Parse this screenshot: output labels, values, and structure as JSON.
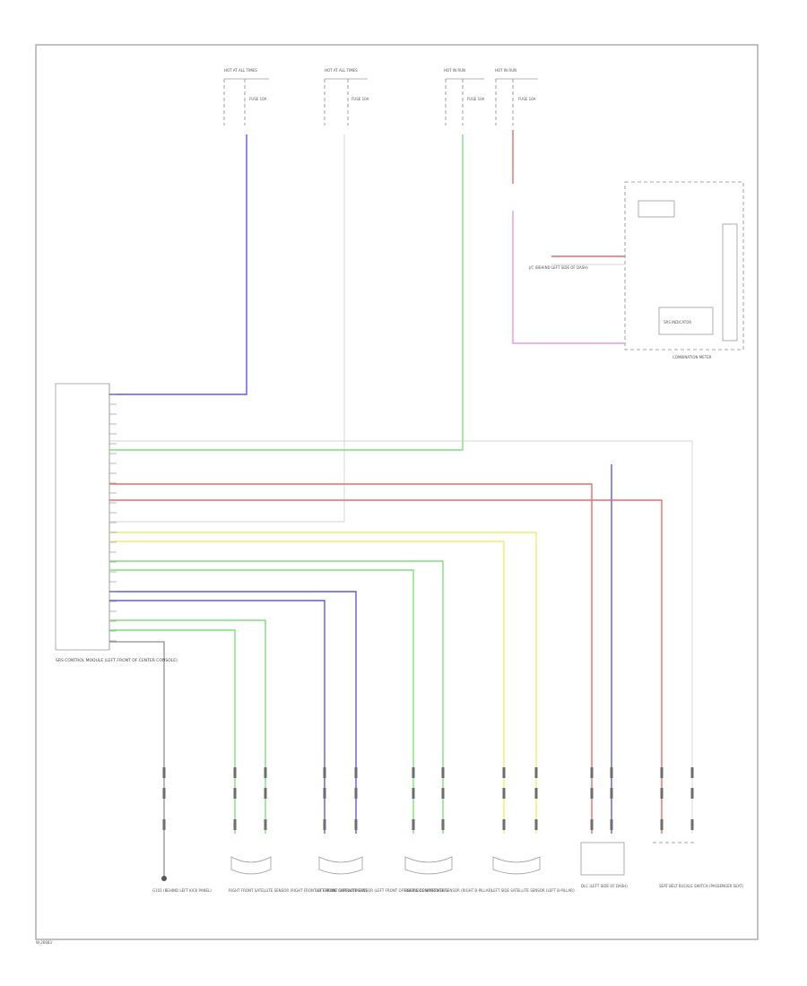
{
  "wire_colors": {
    "blue": "#5a5ae6",
    "green": "#7de07d",
    "red": "#e86b6b",
    "yellow": "#f0ee6a",
    "light_green": "#a4eaa4",
    "pink": "#e49ae4",
    "gray": "#c8c8c8",
    "dark": "#707070"
  },
  "labels": {
    "fuse_1": "HOT AT ALL TIMES",
    "fuse_1_sub": "FUSE 10A",
    "fuse_2": "HOT AT ALL TIMES",
    "fuse_2_sub": "FUSE 10A",
    "fuse_3": "HOT IN RUN",
    "fuse_3_sub": "FUSE 10A",
    "fuse_4": "HOT IN RUN",
    "fuse_4_sub": "FUSE 10A",
    "ecu_block": "SRS CONTROL MODULE (LEFT FRONT OF CENTER CONSOLE)",
    "combination_meter": "COMBINATION METER",
    "srs_indicator": "SRS INDICATOR",
    "g101": "G101 (BEHIND LEFT KICK PANEL)",
    "sensor_1": "RIGHT FRONT SATELLITE SENSOR (RIGHT FRONT OF ENGINE COMPARTMENT)",
    "sensor_2": "LEFT FRONT SATELLITE SENSOR (LEFT FRONT OF ENGINE COMPARTMENT)",
    "sensor_3": "RIGHT SIDE SATELLITE SENSOR (RIGHT B-PILLAR)",
    "sensor_4": "LEFT SIDE SATELLITE SENSOR (LEFT B-PILLAR)",
    "dlc": "DLC (LEFT SIDE OF DASH)",
    "seat_belt": "SEAT BELT BUCKLE SWITCH (PASSENGER SEAT)",
    "junction": "J/C (BEHIND LEFT SIDE OF DASH)",
    "footer": "W-26683"
  }
}
